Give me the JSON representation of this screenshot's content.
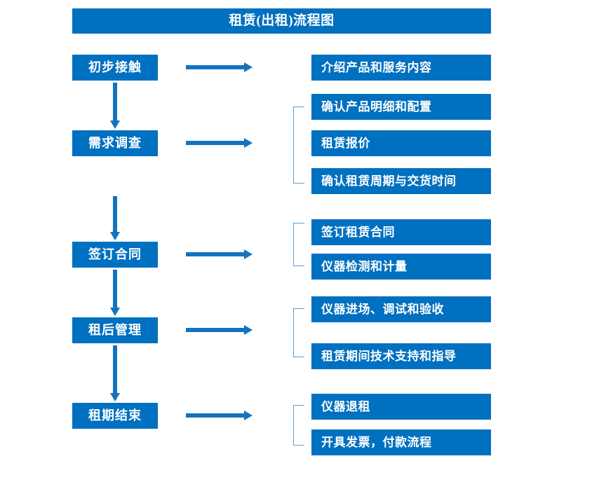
{
  "title": "租赁(出租)流程图",
  "theme": {
    "fill": "#0070c0",
    "text": "#ffffff",
    "connector": "#1273c0",
    "bracket": "#5b9bd5",
    "background": "#ffffff"
  },
  "stages": [
    {
      "id": "stage-1",
      "label": "初步接触"
    },
    {
      "id": "stage-2",
      "label": "需求调查"
    },
    {
      "id": "stage-3",
      "label": "签订合同"
    },
    {
      "id": "stage-4",
      "label": "租后管理"
    },
    {
      "id": "stage-5",
      "label": "租期结束"
    }
  ],
  "details": [
    {
      "id": "detail-1",
      "label": "介绍产品和服务内容"
    },
    {
      "id": "detail-2",
      "label": "确认产品明细和配置"
    },
    {
      "id": "detail-3",
      "label": "租赁报价"
    },
    {
      "id": "detail-4",
      "label": "确认租赁周期与交货时间"
    },
    {
      "id": "detail-5",
      "label": "签订租赁合同"
    },
    {
      "id": "detail-6",
      "label": "仪器检测和计量"
    },
    {
      "id": "detail-7",
      "label": "仪器进场、调试和验收"
    },
    {
      "id": "detail-8",
      "label": "租赁期间技术支持和指导"
    },
    {
      "id": "detail-9",
      "label": "仪器退租"
    },
    {
      "id": "detail-10",
      "label": "开具发票，付款流程"
    }
  ],
  "groups": [
    {
      "id": "group-需求调查",
      "stage": "需求调查",
      "details": [
        "确认产品明细和配置",
        "租赁报价",
        "确认租赁周期与交货时间"
      ]
    },
    {
      "id": "group-签订合同",
      "stage": "签订合同",
      "details": [
        "签订租赁合同",
        "仪器检测和计量"
      ]
    },
    {
      "id": "group-租后管理",
      "stage": "租后管理",
      "details": [
        "仪器进场、调试和验收",
        "租赁期间技术支持和指导"
      ]
    },
    {
      "id": "group-租期结束",
      "stage": "租期结束",
      "details": [
        "仪器退租",
        "开具发票，付款流程"
      ]
    }
  ],
  "flow_sequence": [
    "初步接触",
    "需求调查",
    "签订合同",
    "租后管理",
    "租期结束"
  ]
}
